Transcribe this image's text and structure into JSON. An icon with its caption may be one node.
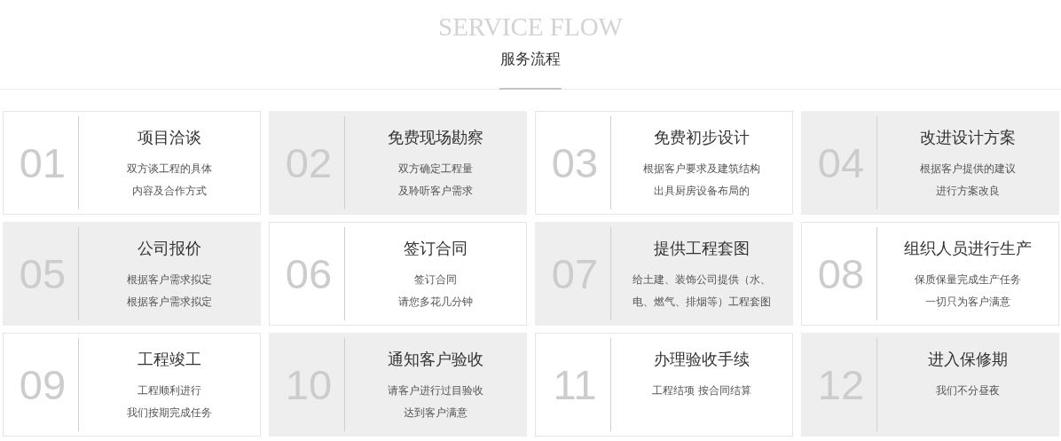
{
  "diagram": {
    "title": "SERVICE FLOW",
    "nodes": [
      {
        "text": [
          "01",
          "项目洽谈",
          "双方谈工程的具体",
          "内容及合作方式"
        ]
      },
      {
        "text": [
          "02",
          "免费现场勘察",
          "双方确定工程量",
          "及聆听客户需求"
        ]
      },
      {
        "text": [
          "03",
          "免费初步设计",
          "根据客户要求及建筑结构",
          "出具厨房设备布局的"
        ]
      },
      {
        "text": [
          "04",
          "改进设计方案",
          "根据客户提供的建议",
          "进行方案改良"
        ]
      },
      {
        "text": [
          "05",
          "公司报价",
          "根据客户需求拟定",
          "根据客户需求拟定"
        ]
      },
      {
        "text": [
          "06",
          "签订合同",
          "签订合同",
          "请您多花几分钟"
        ]
      },
      {
        "text": [
          "07",
          "提供工程套图",
          "给土建、装饰公司提供（水、电、燃气、排烟等）工程套图"
        ]
      },
      {
        "text": [
          "08",
          "组织人员进行生产",
          "保质保量完成生产任务",
          "一切只为客户满意"
        ]
      },
      {
        "text": [
          "09",
          "工程竣工",
          "工程顺利进行",
          "我们按期完成任务"
        ]
      },
      {
        "text": [
          "10",
          "通知客户验收",
          "请客户进行过目验收",
          "达到客户满意"
        ]
      },
      {
        "text": [
          "11",
          "办理验收手续",
          "工程结项 按合同结算"
        ]
      },
      {
        "text": [
          "12",
          "进入保修期",
          "我们不分昼夜"
        ]
      }
    ],
    "labels": [
      "服务流程"
    ]
  }
}
